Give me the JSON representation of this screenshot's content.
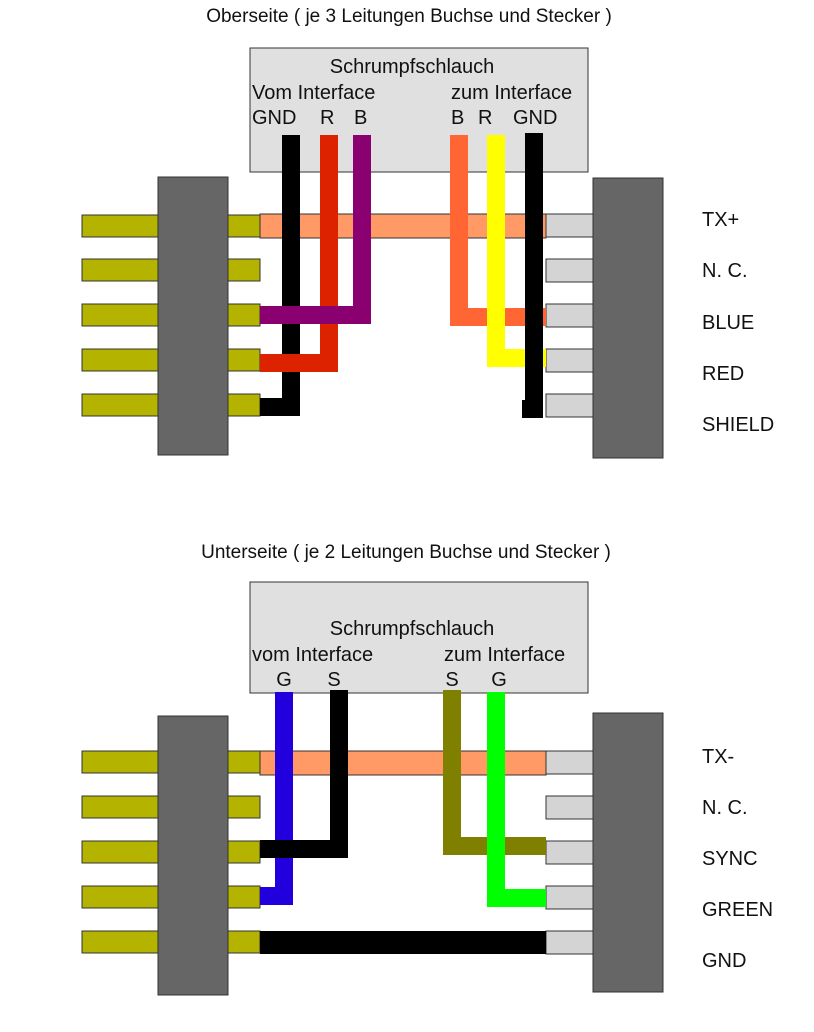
{
  "colors": {
    "pin": "#b3b300",
    "connector": "#666666",
    "tube": "#e0e0e0",
    "plug_pin": "#d4d4d4",
    "salmon": "#ff9966",
    "black": "#000000",
    "red": "#dd2200",
    "purple": "#8a0070",
    "orange": "#ff6633",
    "yellow": "#ffff00",
    "blue": "#2200dd",
    "olive": "#808000",
    "green": "#00ff00"
  },
  "top": {
    "title": "Oberseite ( je 3 Leitungen Buchse und Stecker )",
    "tube_label": "Schrumpfschlauch",
    "left_group": "Vom Interface",
    "right_group": "zum Interface",
    "left_wires": [
      "GND",
      "R",
      "B"
    ],
    "right_wires": [
      "B",
      "R",
      "GND"
    ],
    "signals": [
      "TX+",
      "N. C.",
      "BLUE",
      "RED",
      "SHIELD"
    ]
  },
  "bottom": {
    "title": "Unterseite ( je 2 Leitungen Buchse und Stecker )",
    "tube_label": "Schrumpfschlauch",
    "left_group": "vom Interface",
    "right_group": "zum Interface",
    "left_wires": [
      "G",
      "S"
    ],
    "right_wires": [
      "S",
      "G"
    ],
    "signals": [
      "TX-",
      "N. C.",
      "SYNC",
      "GREEN",
      "GND"
    ]
  }
}
